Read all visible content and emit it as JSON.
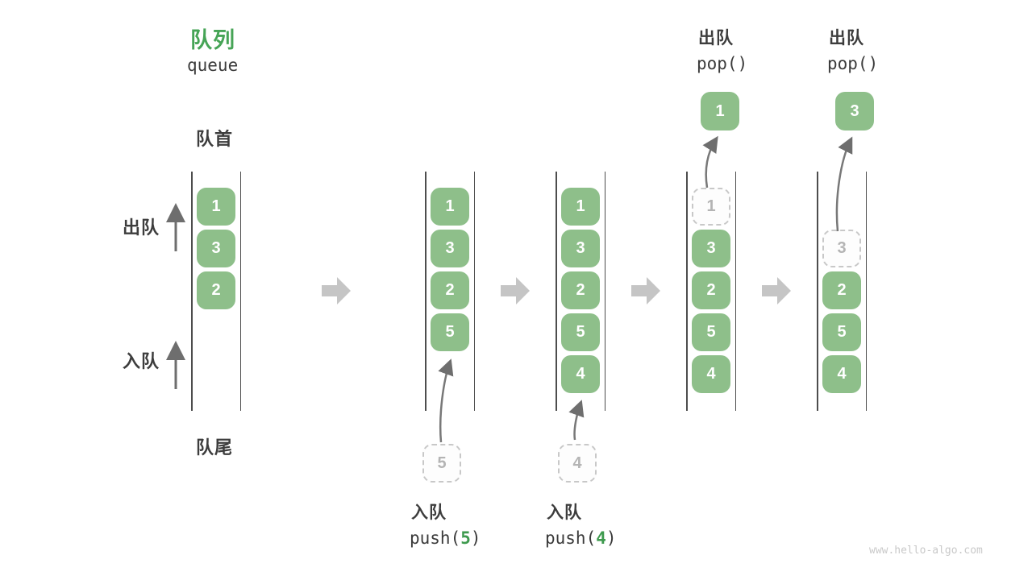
{
  "diagram": {
    "title": "队列",
    "subtitle": "queue",
    "front_label": "队首",
    "rear_label": "队尾",
    "dequeue_label": "出队",
    "enqueue_label": "入队"
  },
  "states": [
    {
      "name": "initial",
      "cells": [
        {
          "v": "1",
          "type": "solid"
        },
        {
          "v": "3",
          "type": "solid"
        },
        {
          "v": "2",
          "type": "solid"
        }
      ]
    },
    {
      "name": "after-push-5",
      "cells": [
        {
          "v": "1",
          "type": "solid"
        },
        {
          "v": "3",
          "type": "solid"
        },
        {
          "v": "2",
          "type": "solid"
        },
        {
          "v": "5",
          "type": "solid"
        }
      ]
    },
    {
      "name": "after-push-4",
      "cells": [
        {
          "v": "1",
          "type": "solid"
        },
        {
          "v": "3",
          "type": "solid"
        },
        {
          "v": "2",
          "type": "solid"
        },
        {
          "v": "5",
          "type": "solid"
        },
        {
          "v": "4",
          "type": "solid"
        }
      ]
    },
    {
      "name": "pop-1",
      "cells": [
        {
          "v": "1",
          "type": "dashed"
        },
        {
          "v": "3",
          "type": "solid"
        },
        {
          "v": "2",
          "type": "solid"
        },
        {
          "v": "5",
          "type": "solid"
        },
        {
          "v": "4",
          "type": "solid"
        }
      ]
    },
    {
      "name": "pop-3",
      "cells": [
        {
          "v": "3",
          "type": "dashed"
        },
        {
          "v": "2",
          "type": "solid"
        },
        {
          "v": "5",
          "type": "solid"
        },
        {
          "v": "4",
          "type": "solid"
        }
      ]
    }
  ],
  "operations": {
    "push5": {
      "label": "入队",
      "fn_open": "push(",
      "arg": "5",
      "fn_close": ")",
      "pending_value": "5"
    },
    "push4": {
      "label": "入队",
      "fn_open": "push(",
      "arg": "4",
      "fn_close": ")",
      "pending_value": "4"
    },
    "pop1": {
      "label": "出队",
      "fn": "pop()",
      "popped_value": "1"
    },
    "pop3": {
      "label": "出队",
      "fn": "pop()",
      "popped_value": "3"
    }
  },
  "watermark": "www.hello-algo.com",
  "colors": {
    "element_green": "#8ebf8a",
    "title_green": "#46a456",
    "arg_green": "#3e9a4e",
    "block_arrow_gray": "#c5c5c5",
    "thin_arrow_gray": "#787878",
    "dashed_border_gray": "#c8c8c8",
    "rail_gray": "#4d4d4d"
  }
}
